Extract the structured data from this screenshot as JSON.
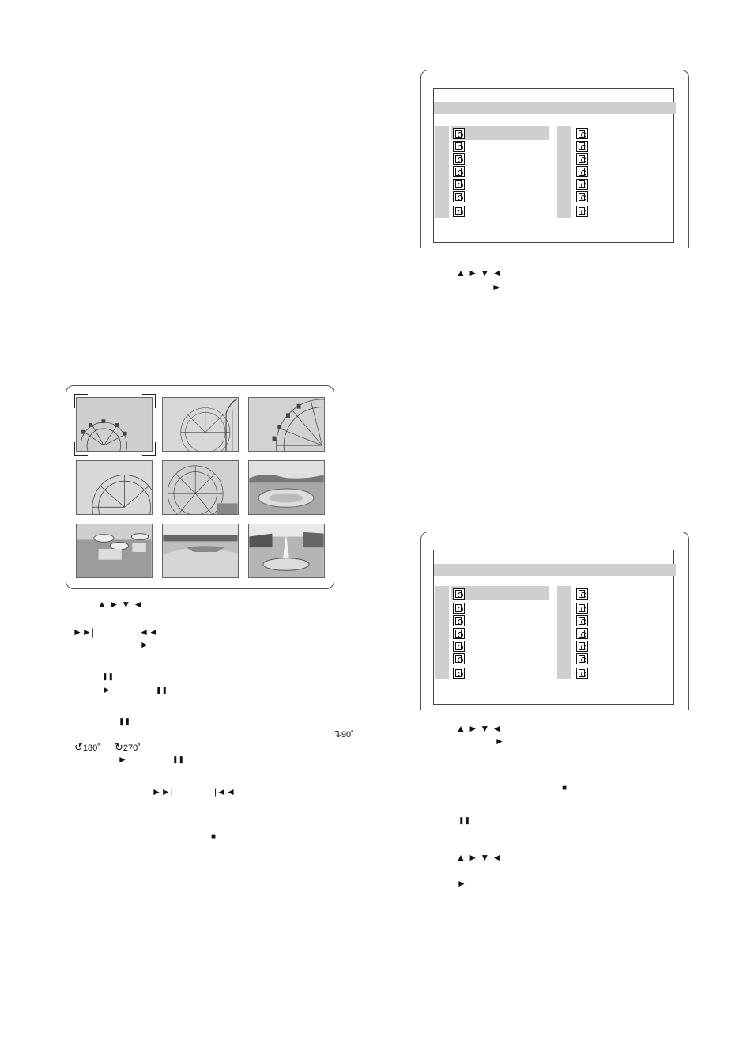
{
  "left_page": {
    "nav_arrows_label": "▲ ► ▼  ◄",
    "next_icon_label": "►►|",
    "prev_icon_label": "|◄◄",
    "play_label": "►",
    "pause_label": "❚❚",
    "play_label_2": "►",
    "pause_label_2": "❚❚",
    "pause_label_3": "❚❚",
    "rotate_90_label": "90˚",
    "rotate_180_label": "180˚",
    "rotate_270_label": "270˚",
    "play_label_3": "►",
    "pause_label_4": "❚❚",
    "next_icon_label_2": "►►|",
    "prev_icon_label_2": "|◄◄",
    "stop_label": "■"
  },
  "right_page": {
    "screen1_nav": "▲ ► ▼  ◄",
    "screen1_play": "►",
    "screen2_nav": "▲ ► ▼  ◄",
    "screen2_play": "►",
    "stop_label": "■",
    "pause_label": "❚❚",
    "nav_label_2": "▲ ► ▼  ◄",
    "play_label_2": "►"
  },
  "thumbnails": [
    {
      "subject": "ferris-wheel-corner"
    },
    {
      "subject": "ferris-wheel-coaster"
    },
    {
      "subject": "ferris-wheel-side"
    },
    {
      "subject": "ferris-wheel-large"
    },
    {
      "subject": "ferris-wheel-center"
    },
    {
      "subject": "flower-garden-distant"
    },
    {
      "subject": "picnic-umbrellas"
    },
    {
      "subject": "flower-field"
    },
    {
      "subject": "fountain-park"
    }
  ],
  "icons": {
    "file": "picture-file-icon",
    "highlight_color": "#cfcfcf"
  }
}
